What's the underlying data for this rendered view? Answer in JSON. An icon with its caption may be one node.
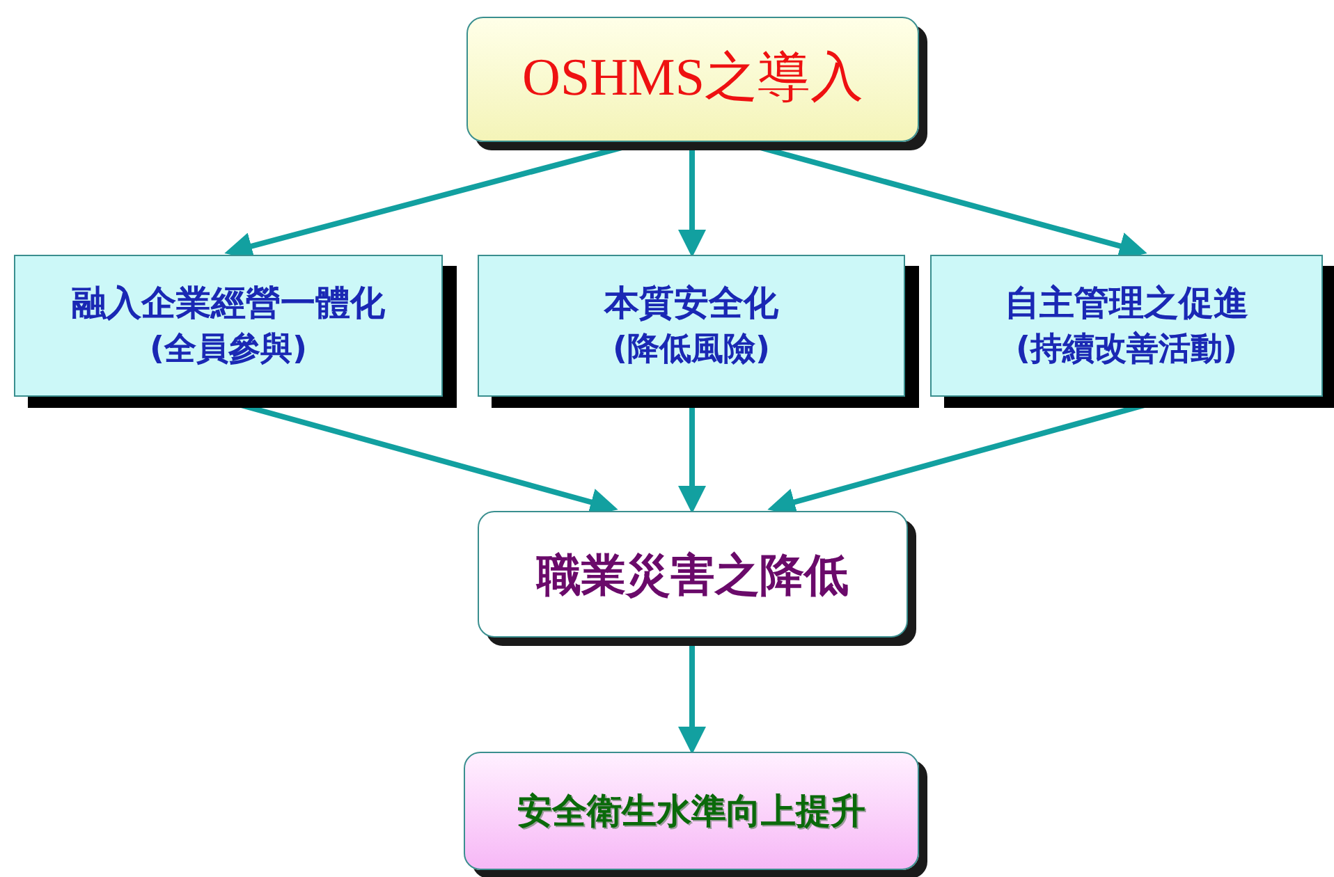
{
  "diagram": {
    "nodes": [
      {
        "text": [
          "OSHMS之導入"
        ]
      },
      {
        "text": [
          "融入企業經營一體化",
          "(全員參與)"
        ]
      },
      {
        "text": [
          "本質安全化",
          "(降低風險)"
        ]
      },
      {
        "text": [
          "自主管理之促進",
          "(持續改善活動)"
        ]
      },
      {
        "text": [
          "職業災害之降低"
        ]
      },
      {
        "text": [
          "安全衛生水準向上提升"
        ]
      }
    ],
    "edges": [
      {
        "from": 0,
        "to": 1,
        "arrow": "to"
      },
      {
        "from": 0,
        "to": 2,
        "arrow": "to"
      },
      {
        "from": 0,
        "to": 3,
        "arrow": "to"
      },
      {
        "from": 1,
        "to": 4,
        "arrow": "to"
      },
      {
        "from": 2,
        "to": 4,
        "arrow": "to"
      },
      {
        "from": 3,
        "to": 4,
        "arrow": "to"
      },
      {
        "from": 4,
        "to": 5,
        "arrow": "to"
      }
    ]
  }
}
